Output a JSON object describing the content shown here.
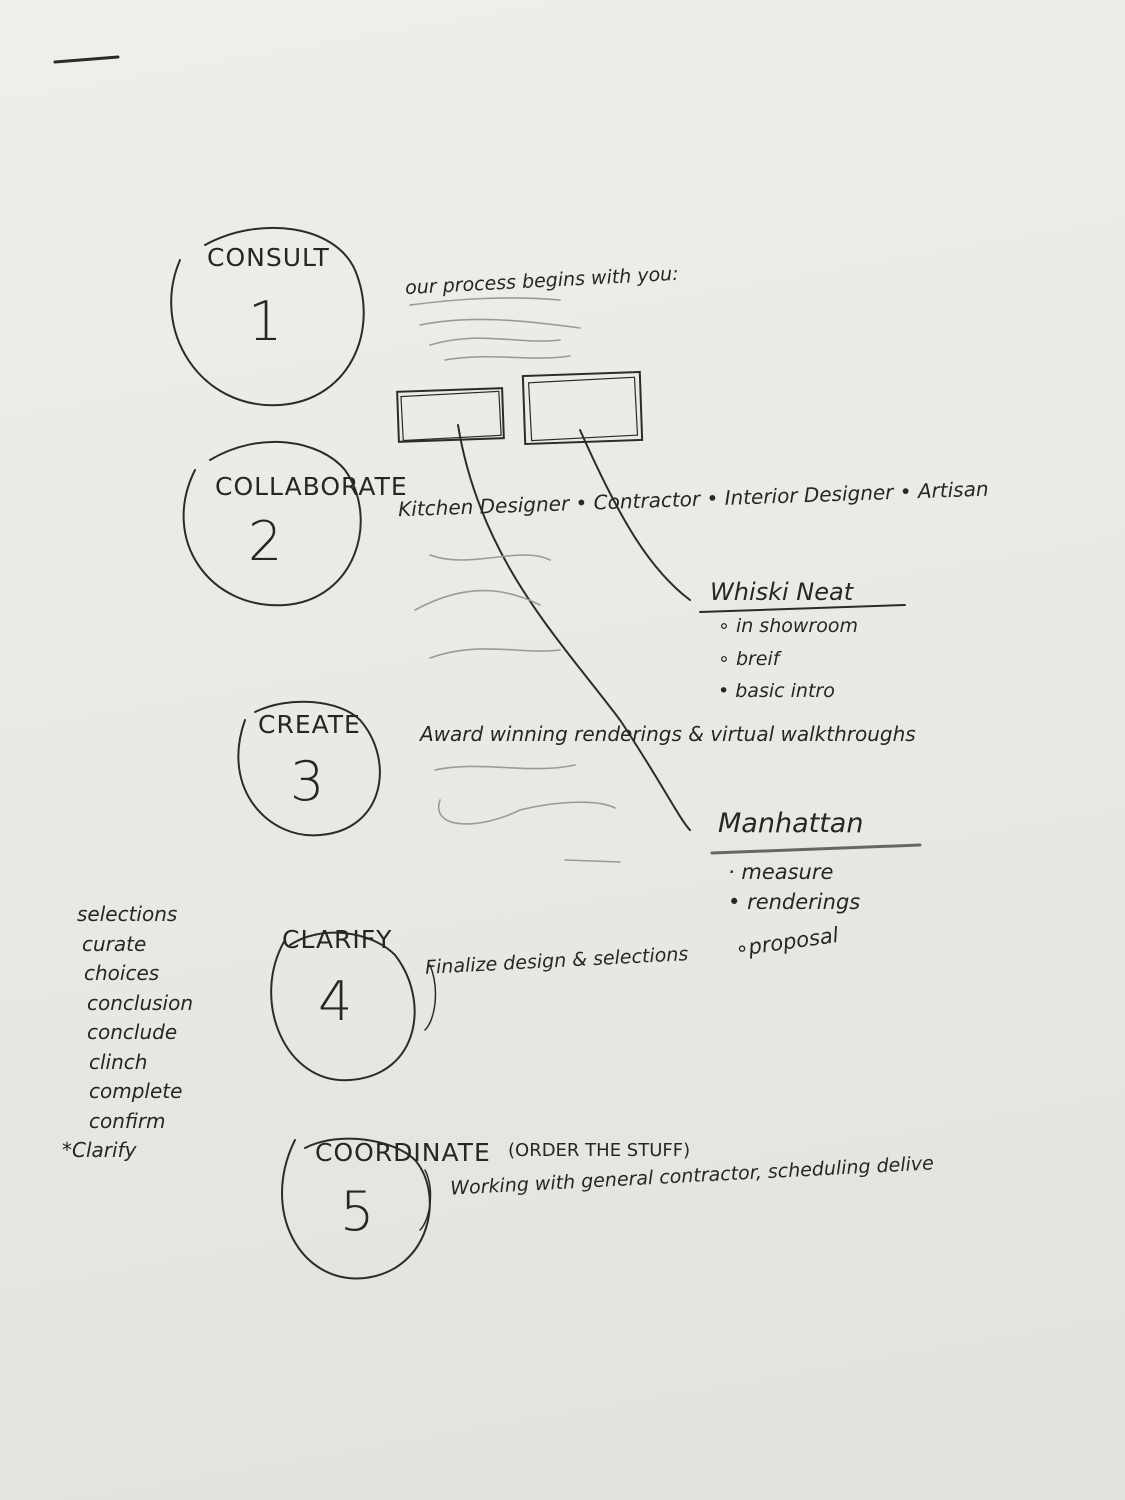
{
  "steps": [
    {
      "name": "CONSULT",
      "number": "1",
      "note": "our process begins with you:"
    },
    {
      "name": "COLLABORATE",
      "number": "2",
      "note": "Kitchen Designer • Contractor • Interior Designer • Artisan"
    },
    {
      "name": "CREATE",
      "number": "3",
      "note": "Award winning renderings & virtual walkthroughs"
    },
    {
      "name": "CLARIFY",
      "number": "4",
      "note": "Finalize design & selections"
    },
    {
      "name": "COORDINATE",
      "number": "5",
      "note": "(ORDER THE STUFF)",
      "note2": "Working with general contractor, scheduling delive"
    }
  ],
  "locations": [
    {
      "title": "Whiski Neat",
      "items": [
        "in showroom",
        "breif",
        "basic intro"
      ]
    },
    {
      "title": "Manhattan",
      "items": [
        "measure",
        "renderings",
        "proposal"
      ]
    }
  ],
  "synonyms": [
    "selections",
    "curate",
    "choices",
    "conclusion",
    "conclude",
    "clinch",
    "complete",
    "confirm",
    "*Clarify"
  ]
}
